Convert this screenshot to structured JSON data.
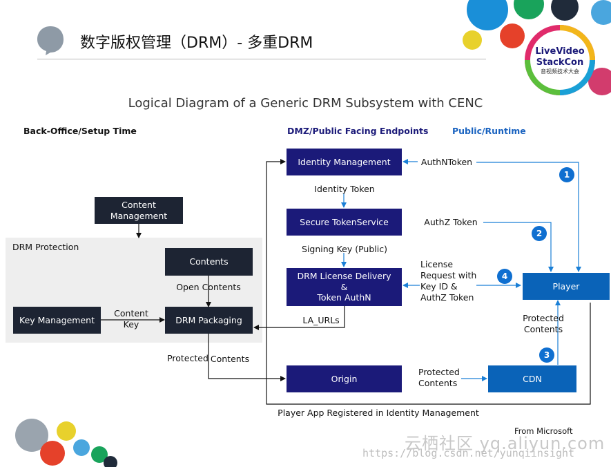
{
  "header": {
    "title": "数字版权管理（DRM）- 多重DRM"
  },
  "logo": {
    "line1": "LiveVideo",
    "line2": "StackCon",
    "line3": "音视频技术大会"
  },
  "diagram": {
    "subtitle": "Logical Diagram of a Generic DRM Subsystem with CENC",
    "columns": {
      "backoffice": "Back-Office/Setup Time",
      "dmz": "DMZ/Public Facing Endpoints",
      "public": "Public/Runtime"
    },
    "region_label": "DRM Protection",
    "boxes": {
      "content_management": "Content\nManagement",
      "contents": "Contents",
      "key_management": "Key Management",
      "drm_packaging": "DRM Packaging",
      "identity_management": "Identity Management",
      "secure_token_service": "Secure TokenService",
      "license_delivery": "DRM License Delivery\n&\nToken AuthN",
      "origin": "Origin",
      "cdn": "CDN",
      "player": "Player"
    },
    "labels": {
      "open_contents": "Open Contents",
      "content_key": "Content\nKey",
      "protected_contents_1": "Protected",
      "protected_contents_2": "Contents",
      "identity_token": "Identity Token",
      "signing_key": "Signing Key (Public)",
      "la_urls": "LA_URLs",
      "authn_token": "AuthNToken",
      "authz_token": "AuthZ Token",
      "license_request": "License\nRequest with\nKey ID &\nAuthZ Token",
      "protected_contents_origin": "Protected\nContents",
      "protected_contents_cdn": "Protected\nContents",
      "player_app_registered": "Player App Registered in Identity Management"
    },
    "steps": [
      "1",
      "2",
      "3",
      "4"
    ]
  },
  "footer": {
    "credit": "From Microsoft",
    "watermark_brand": "云栖社区 yq.aliyun.com",
    "watermark_url": "https://blog.csdn.net/yunqiinsight"
  },
  "colors": {
    "dark_box": "#1d2433",
    "navy_box": "#1b1a79",
    "blue_box": "#0a63b8",
    "arrow_blue": "#1a7fd6"
  }
}
